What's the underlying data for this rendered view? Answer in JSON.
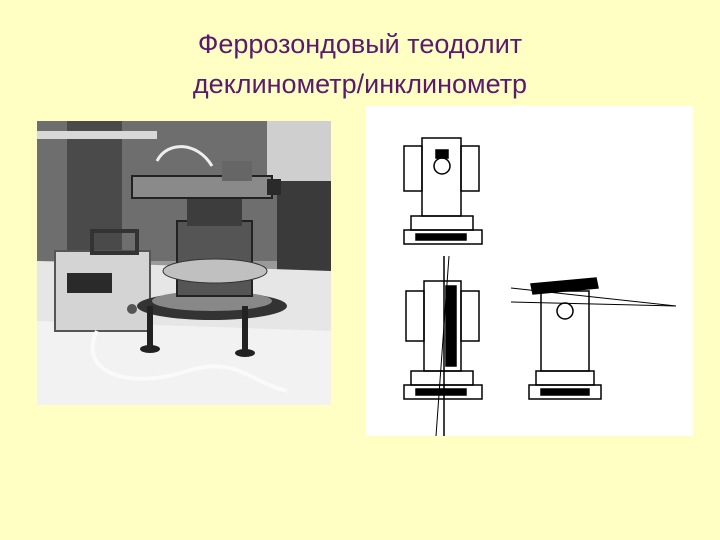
{
  "slide": {
    "title_line1": "Феррозондовый теодолит",
    "title_line2": "деклинометр/инклинометр"
  },
  "colors": {
    "background": "#ffffc4",
    "title": "#5a1a6e"
  },
  "figures": {
    "photo": "photo of fluxgate theodolite",
    "diagram": "line drawings of theodolite views"
  }
}
